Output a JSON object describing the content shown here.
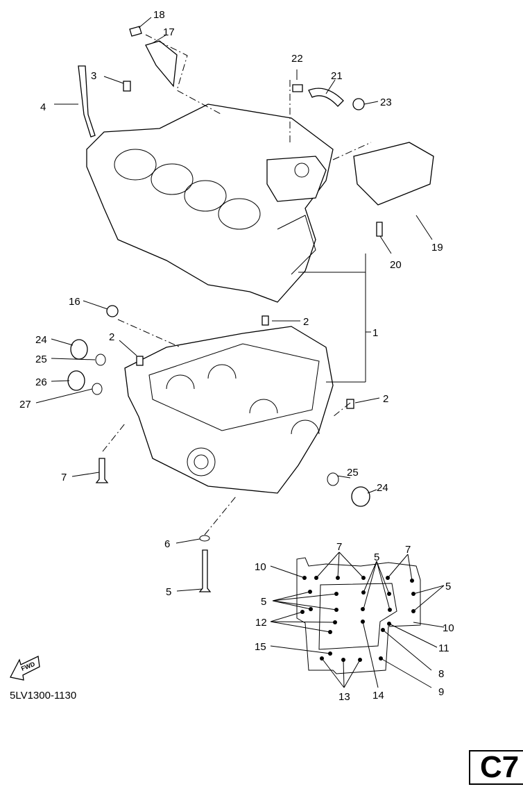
{
  "diagram_code": "5LV1300-1130",
  "page_label": "C7",
  "fwd_label": "FWD",
  "main_callouts": [
    "18",
    "17",
    "22",
    "21",
    "23",
    "3",
    "4",
    "19",
    "20",
    "16",
    "2",
    "1",
    "24",
    "2",
    "25",
    "26",
    "27",
    "2",
    "7",
    "25",
    "24",
    "6",
    "5"
  ],
  "inset_callouts": [
    "7",
    "5",
    "7",
    "10",
    "5",
    "5",
    "12",
    "10",
    "11",
    "15",
    "8",
    "9",
    "13",
    "14"
  ]
}
